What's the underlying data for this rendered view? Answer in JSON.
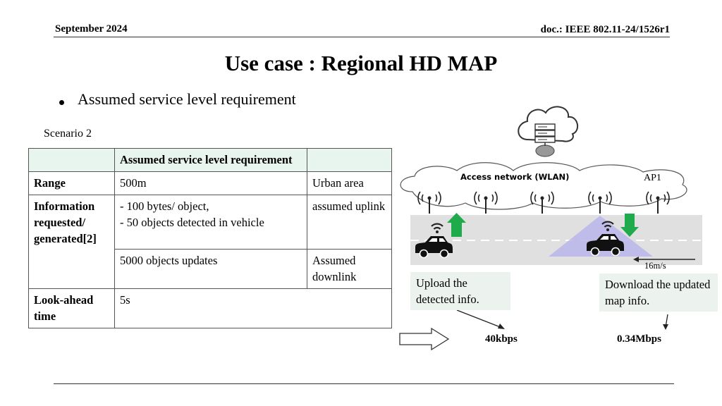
{
  "header": {
    "date": "September 2024",
    "doc_id": "doc.: IEEE 802.11-24/1526r1"
  },
  "title": "Use case : Regional HD MAP",
  "bullet": "Assumed service level requirement",
  "scenario": "Scenario 2",
  "table": {
    "header": [
      "",
      "Assumed service level requirement",
      ""
    ],
    "rows": {
      "range": {
        "label": "Range",
        "value": "500m",
        "note": "Urban area"
      },
      "info": {
        "label": "Information requested/ generated[2]",
        "uplink_lines": [
          "- 100 bytes/ object,",
          "- 50 objects detected in vehicle"
        ],
        "uplink_note": "assumed uplink",
        "downlink_value": "5000 objects updates",
        "downlink_note": "Assumed downlink"
      },
      "lookahead": {
        "label": "Look-ahead time",
        "value": "5s"
      }
    }
  },
  "diagram": {
    "network_label": "Access network (WLAN)",
    "ap_label": "AP1",
    "speed_label": "16m/s",
    "upload_callout": "Upload the detected info.",
    "download_callout": "Download the updated map info.",
    "upload_rate": "40kbps",
    "download_rate": "0.34Mbps",
    "colors": {
      "road": "#e0e0e0",
      "coverage": "#b9b5ea",
      "arrow_green": "#1faa4c",
      "callout_bg": "#ecf3ee"
    }
  }
}
